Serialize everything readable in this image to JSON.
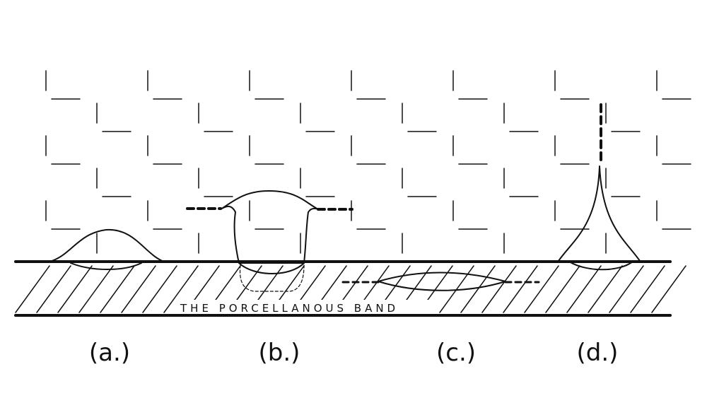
{
  "band_label": "THE PORCELLANOUS BAND",
  "panels": [
    {
      "label": "(a.)"
    },
    {
      "label": "(b.)"
    },
    {
      "label": "(c.)"
    },
    {
      "label": "(d.)"
    }
  ],
  "colors": {
    "ink": "#111111",
    "paper": "#ffffff"
  }
}
